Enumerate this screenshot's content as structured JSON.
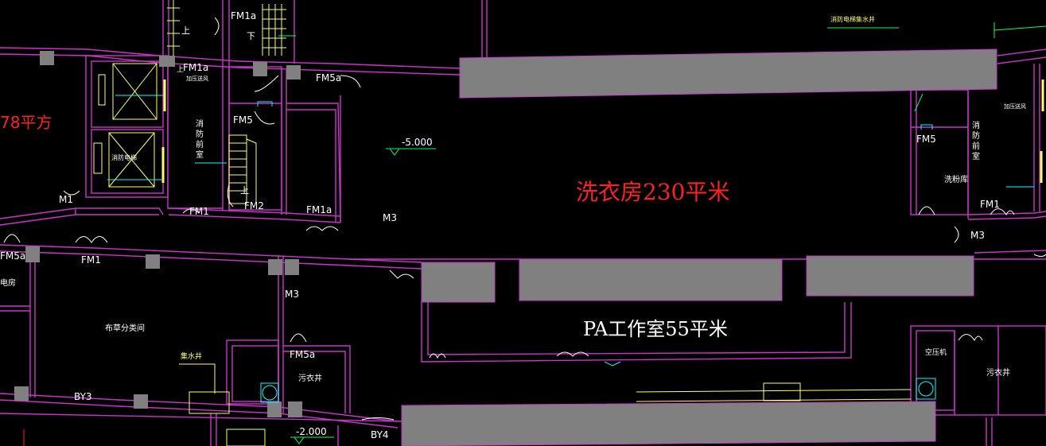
{
  "colors": {
    "wall": "#cc33cc",
    "column": "#808080",
    "annotation": "#ffff00",
    "dimension": "#00ff66",
    "area_text": "#ff2020",
    "label_text": "#ffffff",
    "stair": "#ffff66",
    "marker": "#00ffff"
  },
  "rooms": {
    "laundry": "洗衣房230平米",
    "pa_studio": "PA工作室55平米",
    "left_area": "78平方",
    "fire_front_left": "消防前室",
    "fire_front_right": "消防前室",
    "linen_sort": "布草分类间",
    "soiled_linen_left": "污衣井",
    "soiled_linen_right": "污衣井",
    "clean_store": "洗粉库",
    "elec_room": "电房",
    "fire_elevator": "消防电梯",
    "fire_pipe": "消防电梯集水井",
    "sump": "集水井",
    "aircomp": "空压机",
    "pressure_left": "加压送风",
    "pressure_right": "加压送风"
  },
  "doors": {
    "fm1a_top": "FM1a",
    "fm1a_mid": "FM1a",
    "fm1a_low": "FM1a",
    "fm5a_top": "FM5a",
    "fm5a_left": "FM5a",
    "fm5a_low": "FM5a",
    "fm5_left": "FM5",
    "fm5_right": "FM5",
    "fm2": "FM2",
    "fm1_a": "FM1",
    "fm1_b": "FM1",
    "fm1_right": "FM1",
    "m1": "M1",
    "m3_center": "M3",
    "m3_left": "M3",
    "m3_right": "M3",
    "by3": "BY3",
    "by4": "BY4"
  },
  "levels": {
    "main": "-5.000",
    "lower": "-2.000"
  },
  "stair_marks": {
    "up_top": "上",
    "down_top": "下",
    "up_mid": "上",
    "up_left": "上"
  }
}
